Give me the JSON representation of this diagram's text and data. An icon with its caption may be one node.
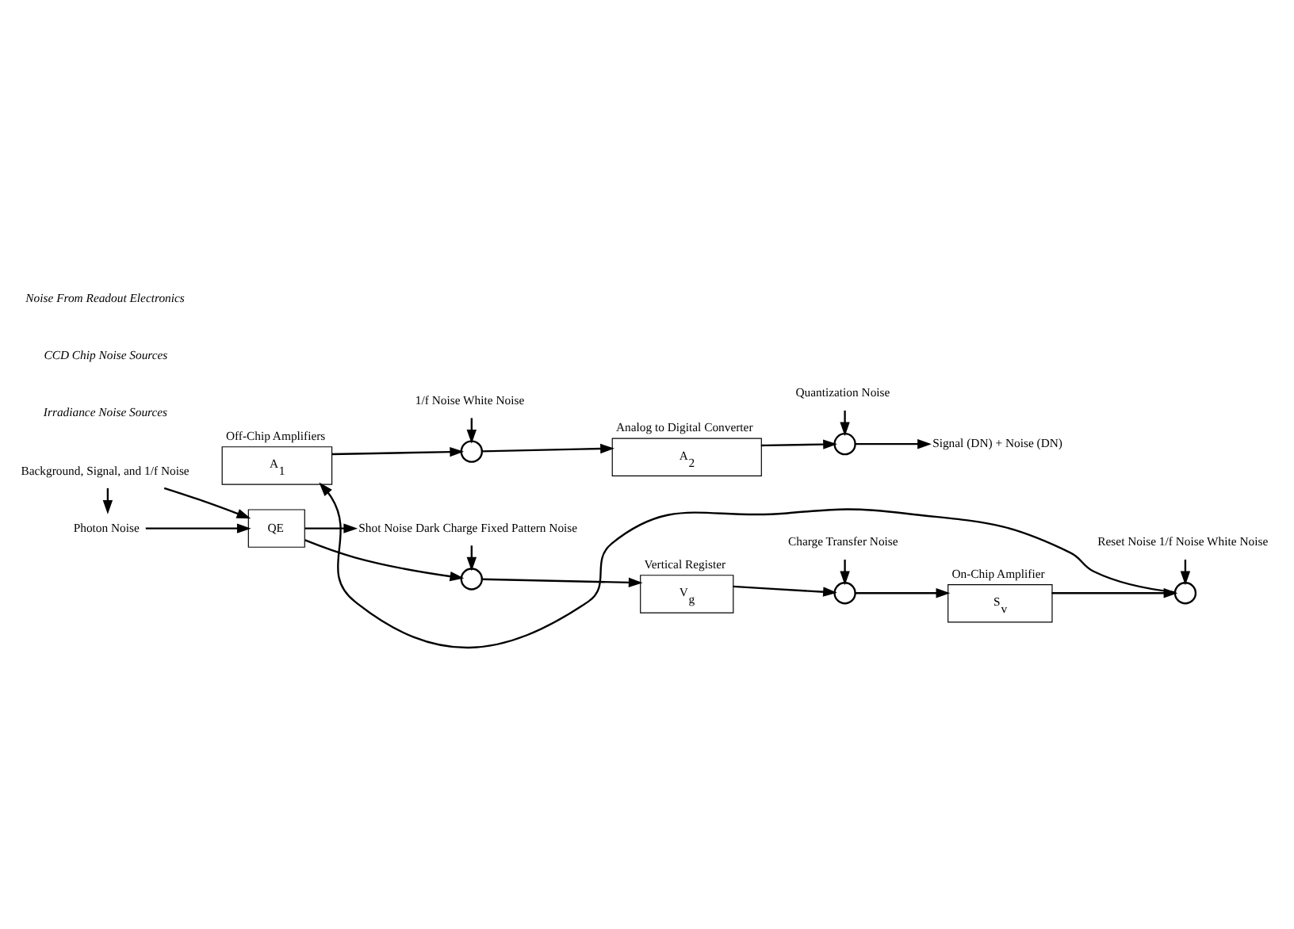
{
  "diagram": {
    "nodes": [
      {
        "text": [
          "Photon Noise"
        ]
      },
      {
        "text": [
          "Background, Signal, and 1/f Noise"
        ]
      },
      {
        "text": [
          "QE"
        ]
      },
      {
        "text": [],
        "shape": "circle"
      },
      {
        "text": [
          "Shot Noise Dark Charge Fixed Pattern Noise"
        ]
      },
      {
        "text": [
          "Vertical Register",
          "V$_{g}$"
        ]
      },
      {
        "text": [],
        "shape": "circle"
      },
      {
        "text": [
          "Charge Transfer Noise"
        ]
      },
      {
        "text": [
          "On-Chip Amplifier",
          "S$_{v}$"
        ]
      },
      {
        "text": [],
        "shape": "circle"
      },
      {
        "text": [
          "Reset Noise 1/f Noise White Noise"
        ]
      },
      {
        "text": [
          "Off-Chip Amplifiers",
          "A$_{1}$"
        ]
      },
      {
        "text": [],
        "shape": "circle"
      },
      {
        "text": [
          "1/f Noise White Noise"
        ]
      },
      {
        "text": [
          "Analog to Digital Converter",
          "A$_{2}$"
        ]
      },
      {
        "text": [],
        "shape": "circle"
      },
      {
        "text": [
          "Quantization Noise"
        ]
      },
      {
        "text": [
          "Signal (DN) + Noise (DN)"
        ]
      }
    ],
    "edges": [
      {
        "from": 1,
        "to": 0,
        "arrow": "to"
      },
      {
        "from": 0,
        "to": 2,
        "arrow": "to"
      },
      {
        "from": 1,
        "to": 2,
        "arrow": "to"
      },
      {
        "from": 2,
        "to": 3,
        "arrow": "to"
      },
      {
        "from": 2,
        "to": 4,
        "arrow": "to"
      },
      {
        "from": 4,
        "to": 3,
        "arrow": "to"
      },
      {
        "from": 3,
        "to": 5,
        "arrow": "to"
      },
      {
        "from": 5,
        "to": 6,
        "arrow": "to"
      },
      {
        "from": 7,
        "to": 6,
        "arrow": "to"
      },
      {
        "from": 6,
        "to": 8,
        "arrow": "to"
      },
      {
        "from": 8,
        "to": 9,
        "arrow": "to"
      },
      {
        "from": 10,
        "to": 9,
        "arrow": "to"
      },
      {
        "from": 9,
        "to": 11,
        "arrow": "to"
      },
      {
        "from": 11,
        "to": 12,
        "arrow": "to"
      },
      {
        "from": 13,
        "to": 12,
        "arrow": "to"
      },
      {
        "from": 12,
        "to": 14,
        "arrow": "to"
      },
      {
        "from": 14,
        "to": 15,
        "arrow": "to"
      },
      {
        "from": 16,
        "to": 15,
        "arrow": "to"
      },
      {
        "from": 15,
        "to": 17,
        "arrow": "to"
      }
    ],
    "labels": [
      "Irradiance Noise Sources",
      "CCD Chip Noise Sources",
      "Noise From Readout Electronics"
    ]
  }
}
